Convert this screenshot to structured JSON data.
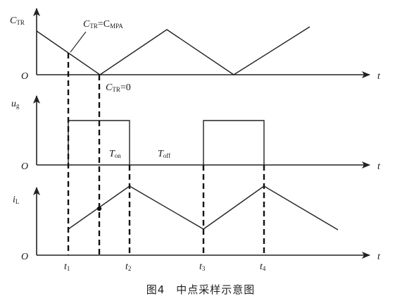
{
  "panel1": {
    "y_label_main": "C",
    "y_label_sub": "TR",
    "origin": "O",
    "x_label": "t",
    "annot_equal_main1": "C",
    "annot_equal_sub1": "TR",
    "annot_equal_mid": "=C",
    "annot_equal_sub2": "MPA",
    "annot_zero_main": "C",
    "annot_zero_sub": "TR",
    "annot_zero_tail": "=0"
  },
  "panel2": {
    "y_label_main": "u",
    "y_label_sub": "g",
    "origin": "O",
    "x_label": "t",
    "ton_main": "T",
    "ton_sub": "on",
    "toff_main": "T",
    "toff_sub": "off"
  },
  "panel3": {
    "y_label_main": "i",
    "y_label_sub": "L",
    "origin": "O",
    "x_label": "t"
  },
  "time_marks": [
    {
      "main": "t",
      "sub": "1"
    },
    {
      "main": "t",
      "sub": "2"
    },
    {
      "main": "t",
      "sub": "3"
    },
    {
      "main": "t",
      "sub": "4"
    }
  ],
  "caption": "图4　中点采样示意图"
}
